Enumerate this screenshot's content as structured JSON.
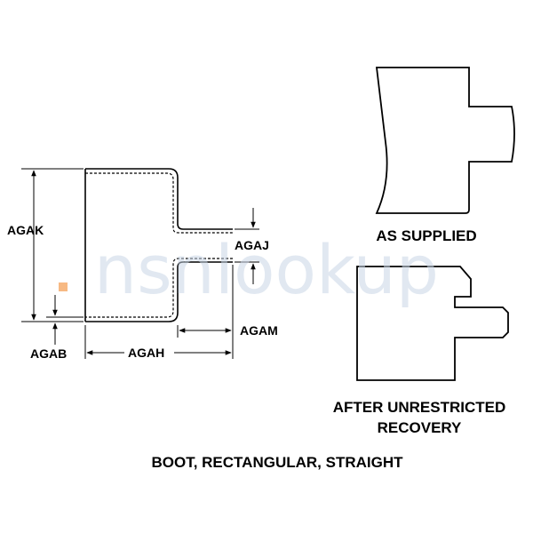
{
  "dimensions": {
    "agak": "AGAK",
    "agaj": "AGAJ",
    "agam": "AGAM",
    "agab": "AGAB",
    "agah": "AGAH"
  },
  "views": {
    "as_supplied": "AS SUPPLIED",
    "after_recovery_line1": "AFTER UNRESTRICTED",
    "after_recovery_line2": "RECOVERY"
  },
  "caption": "BOOT, RECTANGULAR, STRAIGHT",
  "watermark": "nsnlookup",
  "colors": {
    "ink": "#000000",
    "watermark": "#c9d6e6",
    "watermark_dot": "#f4a259"
  }
}
